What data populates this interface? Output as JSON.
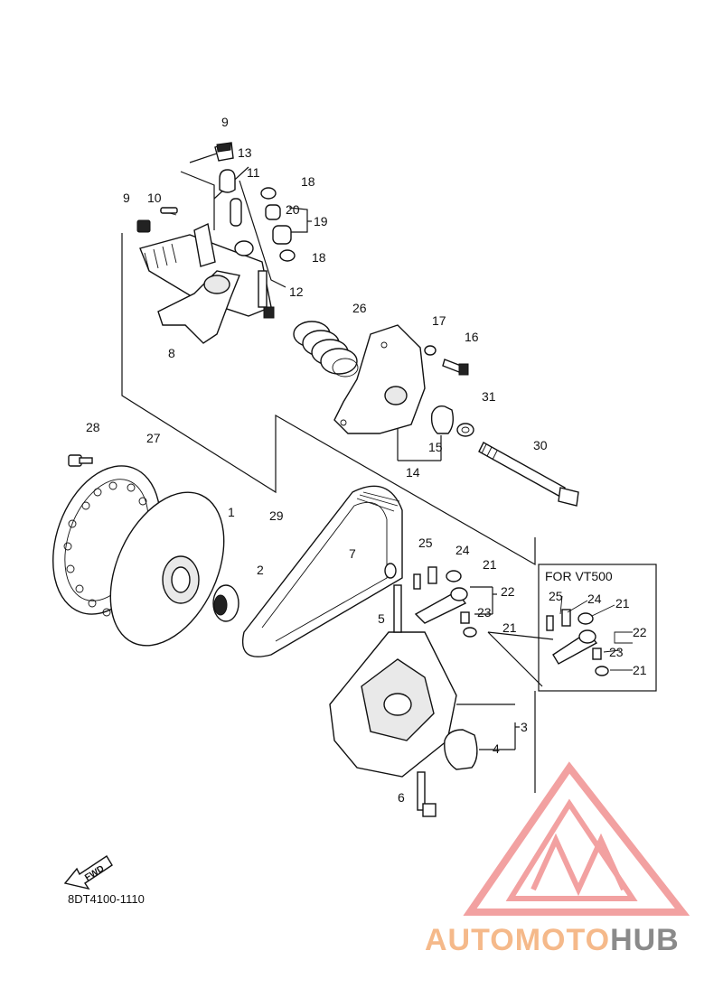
{
  "diagram": {
    "callouts": [
      "1",
      "2",
      "3",
      "4",
      "5",
      "6",
      "7",
      "8",
      "9",
      "9",
      "10",
      "11",
      "12",
      "13",
      "14",
      "15",
      "16",
      "17",
      "18",
      "18",
      "19",
      "20",
      "21",
      "21",
      "22",
      "23",
      "24",
      "25",
      "26",
      "27",
      "28",
      "29",
      "30",
      "31"
    ],
    "inset": {
      "title": "FOR VT500",
      "callouts": [
        "25",
        "24",
        "21",
        "22",
        "23",
        "21"
      ]
    },
    "fwd_label": "FWD",
    "diagram_code": "8DT4100-1110"
  },
  "brand": {
    "name_part1": "AUTOMOTO",
    "name_part2": "HUB",
    "colors": {
      "logo_red": "#f08a8a",
      "logo_orange": "#f5b98a",
      "logo_gray": "#8a8a8a"
    },
    "logo_icon": "triangle-mountain-logo"
  }
}
